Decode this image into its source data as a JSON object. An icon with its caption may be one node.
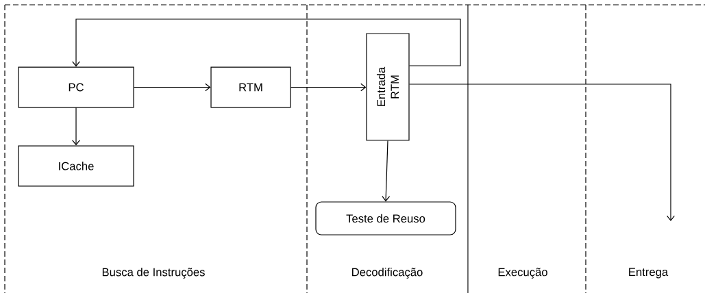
{
  "diagram": {
    "nodes": [
      {
        "text": [
          "PC"
        ]
      },
      {
        "text": [
          "RTM"
        ]
      },
      {
        "text": [
          "ICache"
        ]
      },
      {
        "text": [
          "Entrada RTM"
        ]
      },
      {
        "text": [
          "Teste de Reuso"
        ]
      }
    ],
    "edges": [
      {
        "from": 0,
        "to": 1,
        "arrow": "to"
      },
      {
        "from": 0,
        "to": 2,
        "arrow": "to"
      },
      {
        "from": 1,
        "to": 3,
        "arrow": "to"
      },
      {
        "from": 3,
        "to": 0,
        "arrow": "to"
      },
      {
        "from": 3,
        "to": 4,
        "arrow": "to"
      },
      {
        "from": 3,
        "to": null,
        "arrow": "to"
      }
    ],
    "labels": [
      "Busca de Instruções",
      "Decodificação",
      "Execução",
      "Entrega"
    ]
  }
}
